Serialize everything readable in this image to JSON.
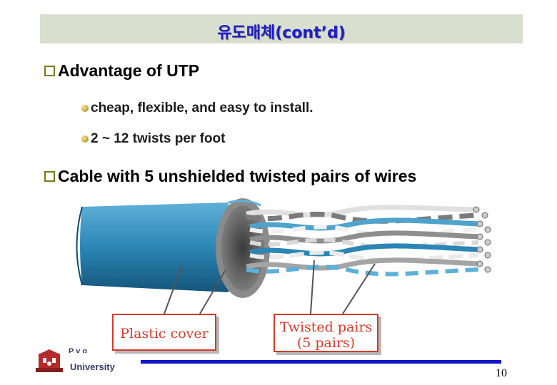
{
  "slide": {
    "title": "유도매체(cont’d)",
    "bullets": [
      {
        "text": "Advantage of UTP",
        "sub": [
          "cheap, flexible, and easy to install.",
          "2 ~ 12 twists per foot"
        ]
      },
      {
        "text": "Cable with 5 unshielded twisted pairs of wires",
        "sub": []
      }
    ],
    "figure": {
      "labels": {
        "plastic_cover": "Plastic cover",
        "twisted_pairs_line1": "Twisted pairs",
        "twisted_pairs_line2": "(5 pairs)"
      }
    }
  },
  "footer": {
    "university_partial": "P y g",
    "university": "University",
    "page_number": "10"
  },
  "colors": {
    "title_bar": "#d9dfcf",
    "title_text": "#1d1dcc",
    "cable_jacket": "#2b86b5",
    "callout": "#d23a2a",
    "footer_line": "#1414c8"
  }
}
